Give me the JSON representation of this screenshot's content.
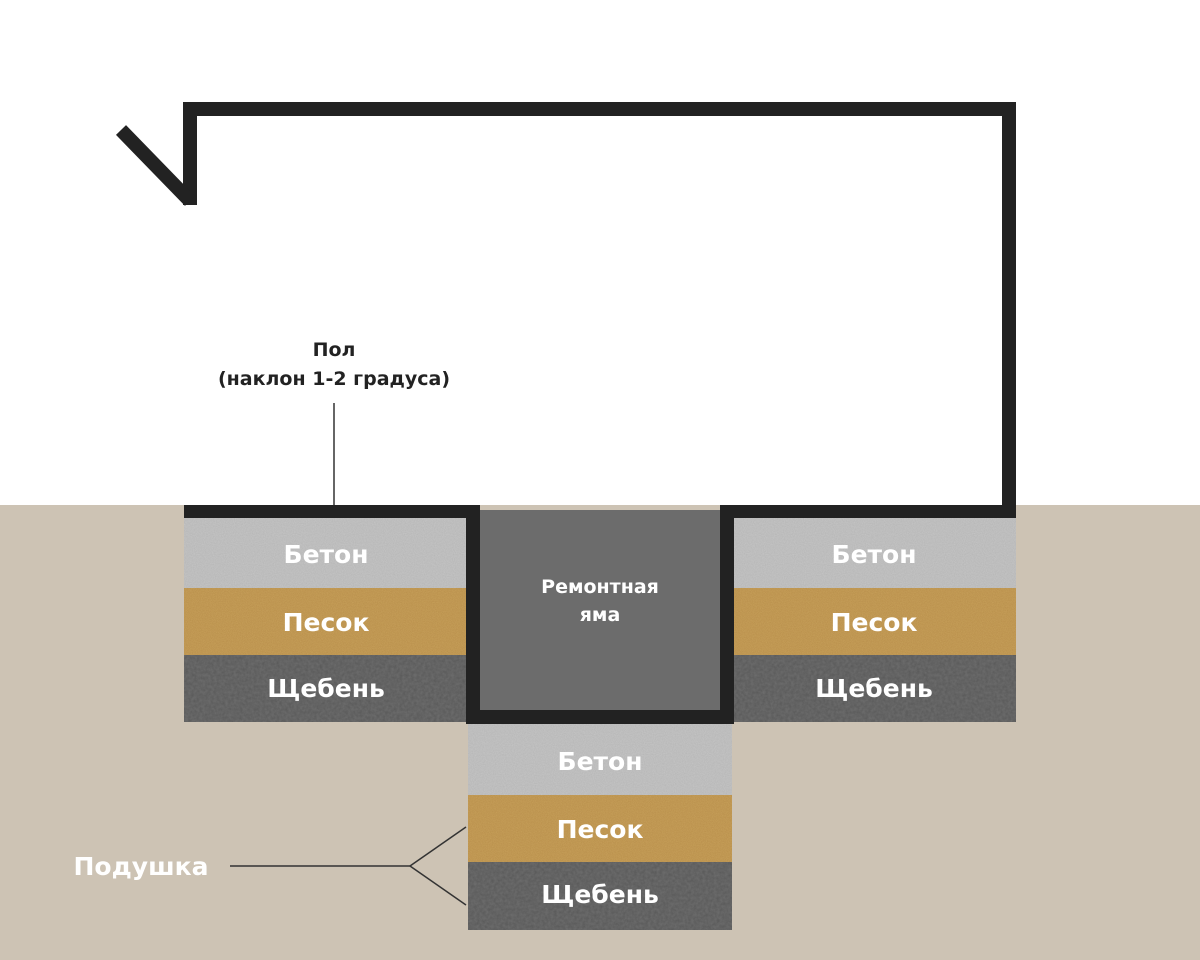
{
  "floor": {
    "title": "Пол",
    "subtitle": "(наклон 1-2 градуса)"
  },
  "pit": {
    "line1": "Ремонтная",
    "line2": "яма"
  },
  "layers": {
    "concrete": "Бетон",
    "sand": "Песок",
    "gravel": "Щебень"
  },
  "cushion": "Подушка",
  "colors": {
    "ground": "#cdc3b4",
    "concrete": "#c6c6c6",
    "sand": "#c9a25c",
    "gravel": "#6e6e6e",
    "pit": "#6c6c6c",
    "wall": "#222222"
  }
}
